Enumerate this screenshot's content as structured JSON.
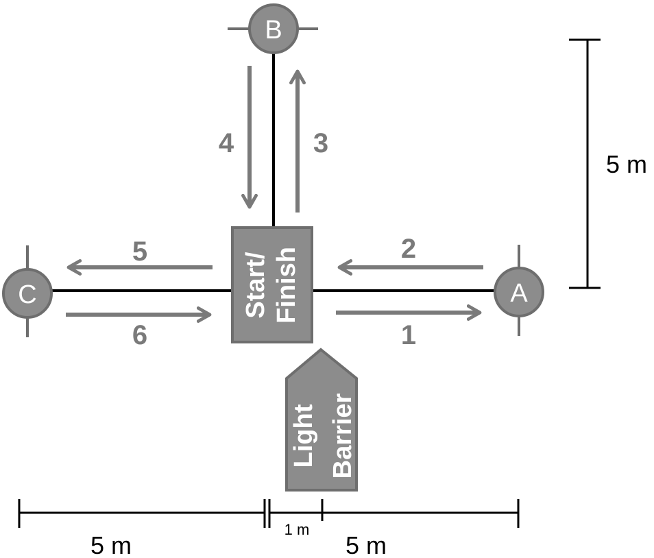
{
  "nodes": {
    "a": "A",
    "b": "B",
    "c": "C"
  },
  "start_finish": {
    "line1": "Start/",
    "line2": "Finish"
  },
  "light_barrier": {
    "line1": "Light",
    "line2": "Barrier"
  },
  "arrows": {
    "one": "1",
    "two": "2",
    "three": "3",
    "four": "4",
    "five": "5",
    "six": "6"
  },
  "dimensions": {
    "vertical": "5 m",
    "bottom_left": "5 m",
    "bottom_mid": "1 m",
    "bottom_right": "5 m"
  },
  "colors": {
    "shape_fill": "#8c8c8c",
    "shape_stroke": "#6e6e6e",
    "arrow": "#7a7a7a",
    "line": "#000000",
    "label_on_shape": "#ffffff"
  }
}
